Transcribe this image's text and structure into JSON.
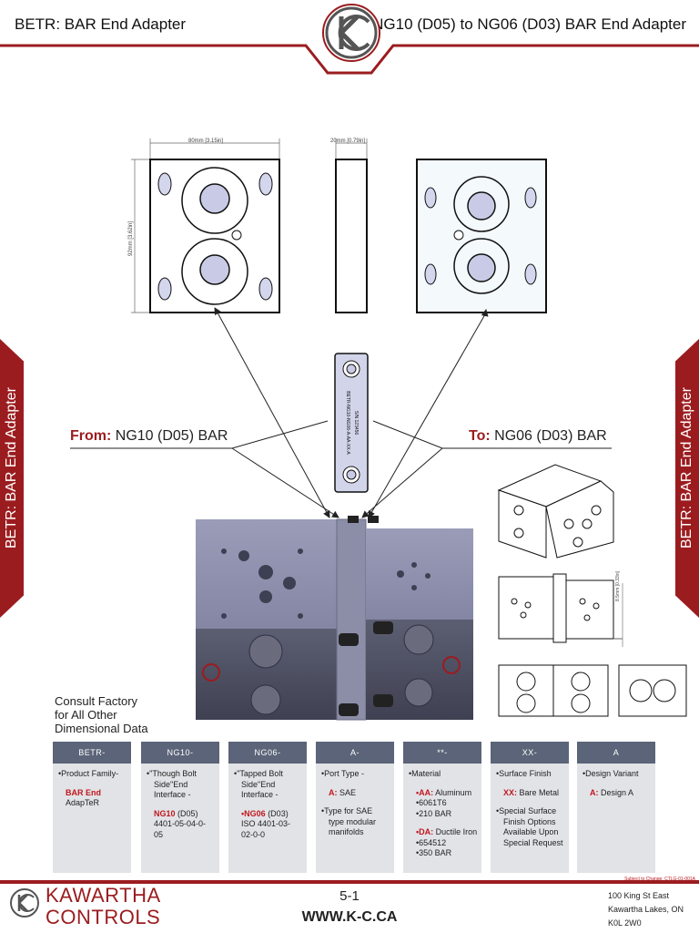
{
  "header": {
    "title_left": "BETR: BAR End Adapter",
    "title_right": "NG10 (D05) to NG06 (D03) BAR End Adapter"
  },
  "side_tab": {
    "left_text": "BETR: BAR End Adapter",
    "right_text": "BETR: BAR End Adapter"
  },
  "drawing": {
    "dim_width": "80mm [3.15in]",
    "dim_thickness": "20mm [0.79in]",
    "dim_height": "92mm [3.62in]",
    "dim_side": "8.5mm [0.33in]",
    "part_engraving_1": "BETR-NG10-NG06-A-AA-XX-A",
    "part_engraving_2": "S/N 123456",
    "from_key": "From:",
    "from_value": "NG10 (D05) BAR",
    "to_key": "To:",
    "to_value": "NG06 (D03) BAR"
  },
  "consult": {
    "line1": "Consult Factory",
    "line2": "for All Other",
    "line3": "Dimensional Data"
  },
  "columns": [
    {
      "header": "BETR-",
      "l1": "•Product Family-",
      "red1": "BAR End",
      "l2": "AdapTeR"
    },
    {
      "header": "NG10-",
      "l1": "•\"Though Bolt",
      "l2": "Side\"End",
      "l3": "Interface  -",
      "red1": "NG10",
      "l4": "(D05)",
      "l5": "4401-05-04-0-",
      "l6": "05"
    },
    {
      "header": "NG06-",
      "l1": "•\"Tapped Bolt",
      "l2": "Side\"End",
      "l3": "Interface  -",
      "red1": "•NG06",
      "l4": "(D03)",
      "l5": "ISO 4401-03-",
      "l6": "02-0-0"
    },
    {
      "header": "A-",
      "l1": "•Port Type -",
      "red1": "A:",
      "l2": "SAE",
      "l3": "•Type for SAE",
      "l4": "type modular",
      "l5": "manifolds"
    },
    {
      "header": "**-",
      "l1": "•Material",
      "red1": "•AA:",
      "l2": "Aluminum",
      "l3": "•6061T6",
      "l4": "•210 BAR",
      "red2": "•DA:",
      "l5": "Ductile Iron",
      "l6": "•654512",
      "l7": "•350 BAR"
    },
    {
      "header": "XX-",
      "l1": "•Surface Finish",
      "red1": "XX:",
      "l2": "Bare Metal",
      "l3": "•Special Surface",
      "l4": "Finish Options",
      "l5": "Available Upon",
      "l6": "Special Request"
    },
    {
      "header": "A",
      "l1": "•Design Variant",
      "red1": "A:",
      "l2": "Design A"
    }
  ],
  "subject": "Subject to Change: CTLG-01-001A",
  "footer": {
    "brand_line1": "KAWARTHA",
    "brand_line2": "CONTROLS",
    "page": "5-1",
    "url": "WWW.K-C.CA",
    "addr1": "100 King St East",
    "addr2": "Kawartha Lakes, ON",
    "addr3": "K0L 2W0"
  },
  "colors": {
    "brand_red": "#9b1c1f",
    "header_blue": "#5b6478",
    "column_gray": "#e2e3e7"
  }
}
